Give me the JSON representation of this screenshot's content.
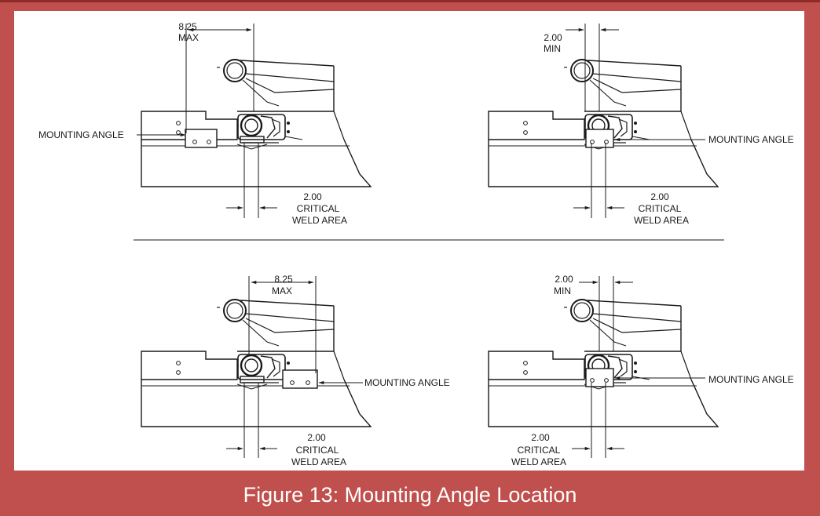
{
  "caption": "Figure 13: Mounting Angle Location",
  "views": {
    "top_left": {
      "dim_top_value": "8.25",
      "dim_top_unit": "MAX",
      "angle_label": "MOUNTING ANGLE",
      "dim_bottom_value": "2.00",
      "dim_bottom_line1": "CRITICAL",
      "dim_bottom_line2": "WELD AREA"
    },
    "top_right": {
      "dim_top_value": "2.00",
      "dim_top_unit": "MIN",
      "angle_label": "MOUNTING ANGLE",
      "dim_bottom_value": "2.00",
      "dim_bottom_line1": "CRITICAL",
      "dim_bottom_line2": "WELD AREA"
    },
    "bottom_left": {
      "dim_top_value": "8.25",
      "dim_top_unit": "MAX",
      "angle_label": "MOUNTING ANGLE",
      "dim_bottom_value": "2.00",
      "dim_bottom_line1": "CRITICAL",
      "dim_bottom_line2": "WELD AREA"
    },
    "bottom_right": {
      "dim_top_value": "2.00",
      "dim_top_unit": "MIN",
      "angle_label": "MOUNTING ANGLE",
      "dim_bottom_value": "2.00",
      "dim_bottom_line1": "CRITICAL",
      "dim_bottom_line2": "WELD AREA"
    }
  },
  "colors": {
    "frame": "#c0504d",
    "panel": "#ffffff",
    "line": "#1a1a1a"
  }
}
